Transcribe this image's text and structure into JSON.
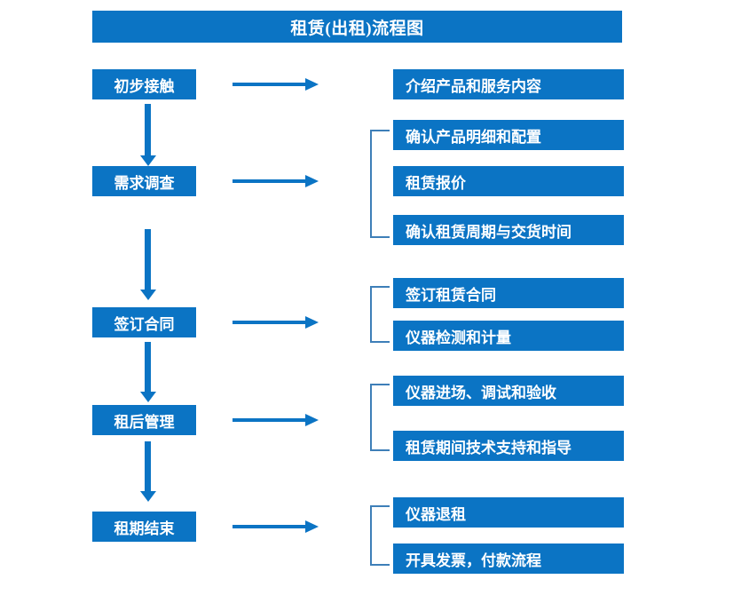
{
  "diagram": {
    "title": "租赁(出租)流程图",
    "colors": {
      "box_fill": "#0b74c4",
      "box_text": "#ffffff",
      "arrow": "#0b74c4",
      "bracket": "#3e7fb8",
      "background": "#ffffff"
    },
    "stages": [
      {
        "label": "初步接触",
        "details": [
          "介绍产品和服务内容"
        ]
      },
      {
        "label": "需求调查",
        "details": [
          "确认产品明细和配置",
          "租赁报价",
          "确认租赁周期与交货时间"
        ]
      },
      {
        "label": "签订合同",
        "details": [
          "签订租赁合同",
          "仪器检测和计量"
        ]
      },
      {
        "label": "租后管理",
        "details": [
          "仪器进场、调试和验收",
          "租赁期间技术支持和指导"
        ]
      },
      {
        "label": "租期结束",
        "details": [
          "仪器退租",
          "开具发票，付款流程"
        ]
      }
    ]
  }
}
